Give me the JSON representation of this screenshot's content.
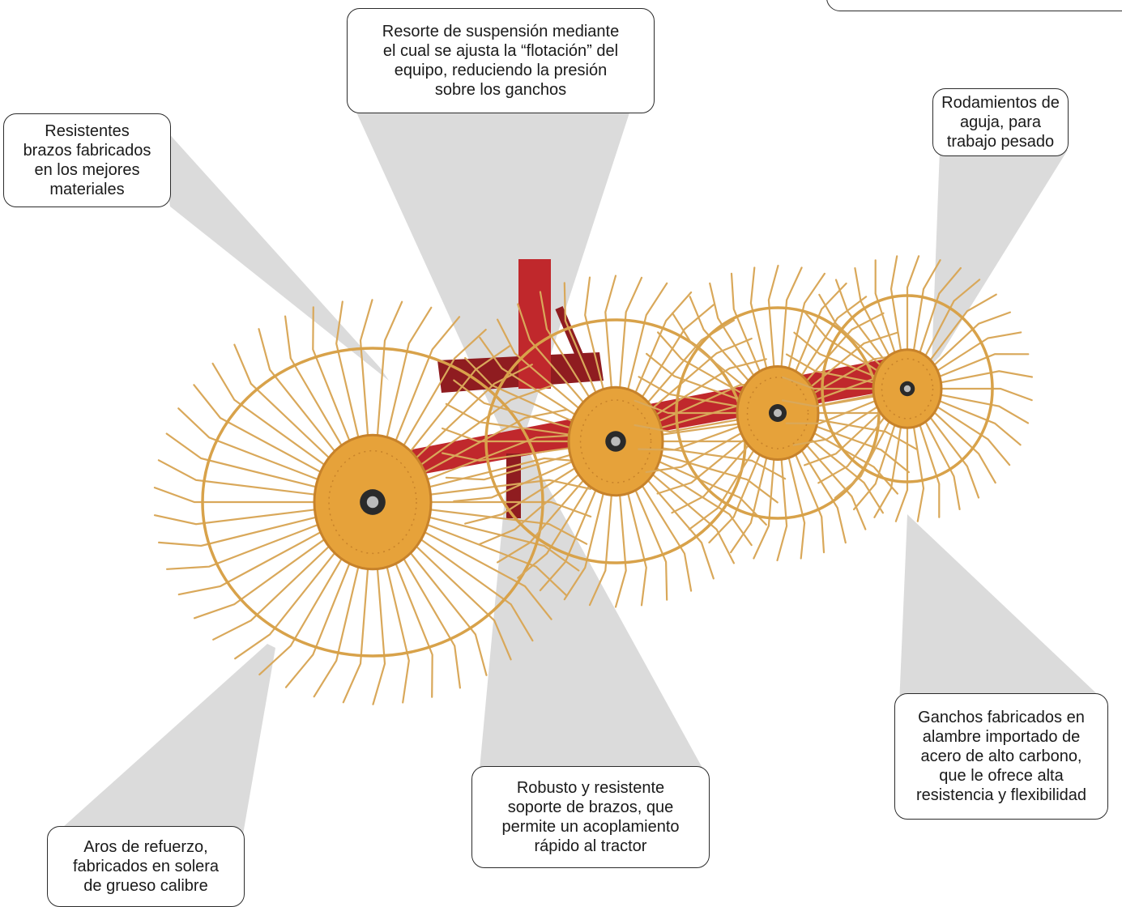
{
  "callouts": {
    "spring": "Resorte de suspensión mediante\nel cual se ajusta la “flotación” del\nequipo, reduciendo la presión\nsobre los ganchos",
    "arms": "Resistentes\nbrazos fabricados\nen los mejores\nmateriales",
    "bearings": "Rodamientos de\naguja, para\ntrabajo pesado",
    "hooks": "Ganchos fabricados en\nalambre importado de\nacero de alto carbono,\nque le ofrece alta\nresistencia y flexibilidad",
    "frame": "Robusto y resistente\nsoporte de brazos, que\npermite un acoplamiento\nrápido al tractor",
    "rings": "Aros de refuerzo,\nfabricados en solera\nde grueso calibre"
  },
  "colors": {
    "tine": "#d9a85a",
    "ring": "#d8a24a",
    "disc": "#e6a23a",
    "disc_dark": "#c7822a",
    "frame": "#c0282c",
    "frame_dark": "#8f1c20",
    "beam": "#cccccc",
    "hub": "#2a2a2a"
  }
}
